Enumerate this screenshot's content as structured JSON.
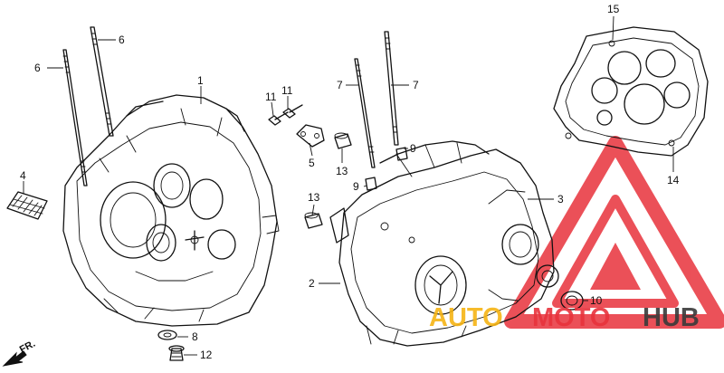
{
  "diagram": {
    "part_labels": [
      "1",
      "2",
      "3",
      "4",
      "5",
      "6",
      "6",
      "7",
      "7",
      "8",
      "9",
      "9",
      "10",
      "11",
      "11",
      "12",
      "13",
      "13",
      "14",
      "15"
    ],
    "direction_label": "FR."
  },
  "watermark": {
    "word_1": "AUTO",
    "word_2": "MOTO",
    "word_3": "HUB",
    "colors": {
      "triangle": "#e8323c",
      "auto": "#f5b414",
      "moto": "#e8323c",
      "hub": "#3a3a3a"
    }
  }
}
